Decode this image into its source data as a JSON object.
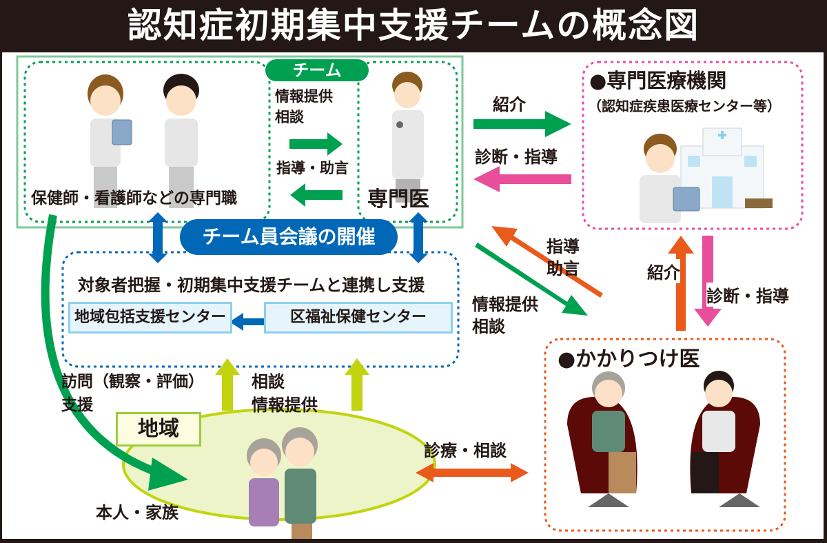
{
  "title": "認知症初期集中支援チームの概念図",
  "team": {
    "tag": "チーム",
    "professionals_label": "保健師・看護師などの専門職",
    "specialist_label": "専門医",
    "to_specialist_label_line1": "情報提供",
    "to_specialist_label_line2": "相談",
    "from_specialist_label": "指導・助言"
  },
  "meeting": {
    "label": "チーム員会議の開催"
  },
  "support": {
    "heading": "対象者把握・初期集中支援チームと連携し支援",
    "center_left": "地域包括支援センター",
    "center_right": "区福祉保健センター"
  },
  "specialized_institution": {
    "title": "●専門医療機関",
    "subtitle": "（認知症疾患医療センター等）",
    "referral_label": "紹介",
    "diagnosis_label": "診断・指導"
  },
  "diagonal": {
    "guidance_line1": "指導",
    "guidance_line2": "助言",
    "info_line1": "情報提供",
    "info_line2": "相談"
  },
  "family_doctor": {
    "title": "●かかりつけ医",
    "referral_label": "紹介",
    "diagnosis_label": "診断・指導"
  },
  "community": {
    "label": "地域",
    "visit_line1": "訪問（観察・評価）",
    "visit_line2": "支援",
    "consult_line1": "相談",
    "consult_line2": "情報提供",
    "person_label": "本人・家族",
    "care_label": "診療・相談"
  },
  "colors": {
    "title_bg": "#231815",
    "team_green": "#00a051",
    "team_border": "#7fc99a",
    "meeting_blue": "#0068b7",
    "center_fill": "#e6f4fc",
    "center_border": "#8dcff0",
    "pink": "#e94e9a",
    "orange": "#ea5a1a",
    "lime": "#c2d40f",
    "community_fill": "#eef4c9",
    "chair": "#5c0a07"
  }
}
